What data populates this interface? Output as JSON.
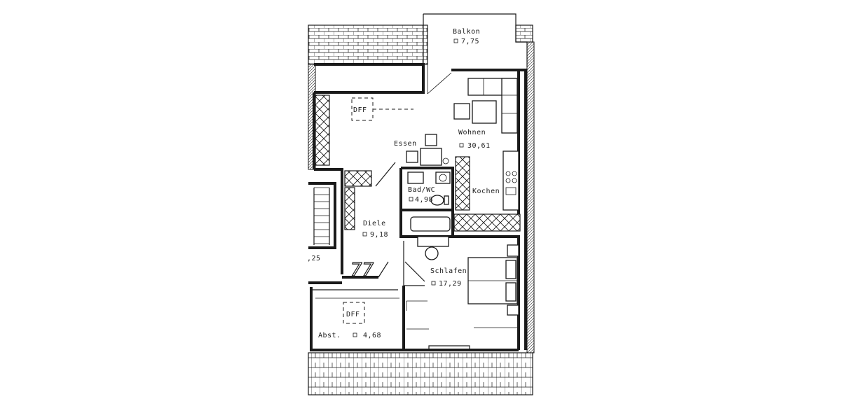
{
  "rooms": {
    "balkon": {
      "name": "Balkon",
      "area": "7,75"
    },
    "wohnen": {
      "name": "Wohnen",
      "area": "30,61"
    },
    "essen": {
      "name": "Essen"
    },
    "bad": {
      "name": "Bad/WC",
      "area": "4,98"
    },
    "kochen": {
      "name": "Kochen"
    },
    "diele": {
      "name": "Diele",
      "area": "9,18"
    },
    "schlafen": {
      "name": "Schlafen",
      "area": "17,29"
    },
    "abst": {
      "name": "Abst.",
      "area": "4,68"
    },
    "stair_partial": {
      "area": ",25"
    }
  },
  "markers": {
    "dff_upper": "DFF",
    "dff_lower": "DFF",
    "unit": "77"
  },
  "colors": {
    "ink": "#1a1a1a",
    "paper": "#ffffff"
  }
}
